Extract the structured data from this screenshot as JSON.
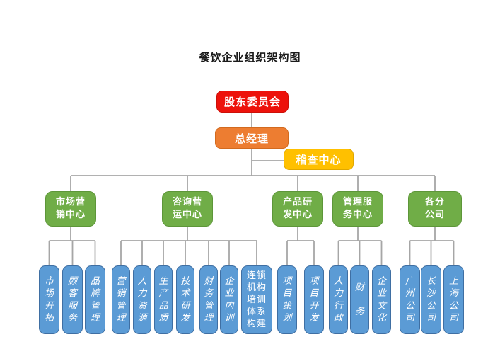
{
  "chart": {
    "title": "餐饮企业组织架构图",
    "root": "股东委员会",
    "general_manager": "总经理",
    "audit_center": "稽查中心",
    "centers": [
      {
        "label": "市场营\n销中心",
        "departments": [
          "市\n场\n开\n拓",
          "顾\n客\n服\n务",
          "品\n牌\n管\n理"
        ]
      },
      {
        "label": "咨询营\n运中心",
        "departments": [
          "营\n销\n管\n理",
          "人\n力\n资\n源",
          "生\n产\n品\n质",
          "技\n术\n研\n发",
          "财\n务\n管\n理",
          "企\n业\n内\n训",
          "连锁\n机构\n培训\n体系\n构建"
        ]
      },
      {
        "label": "产品研\n发中心",
        "departments": [
          "项\n目\n策\n划",
          "项\n目\n开\n发"
        ]
      },
      {
        "label": "管理服\n务中心",
        "departments": [
          "人\n力\n行\n政",
          "财\n\n务",
          "企\n业\n文\n化"
        ]
      },
      {
        "label": "各分\n公司",
        "departments": [
          "广\n州\n公\n司",
          "长\n沙\n公\n司",
          "上\n海\n公\n司"
        ]
      }
    ],
    "colors": {
      "root_red": "#ED120B",
      "manager_orange": "#ED7D31",
      "audit_gold": "#FFC000",
      "center_green": "#70AD47",
      "department_blue": "#5B9BD5",
      "connector_gray": "#A6A6A6",
      "text_white": "#FFFFFF",
      "title_black": "#1A1A1A"
    }
  }
}
